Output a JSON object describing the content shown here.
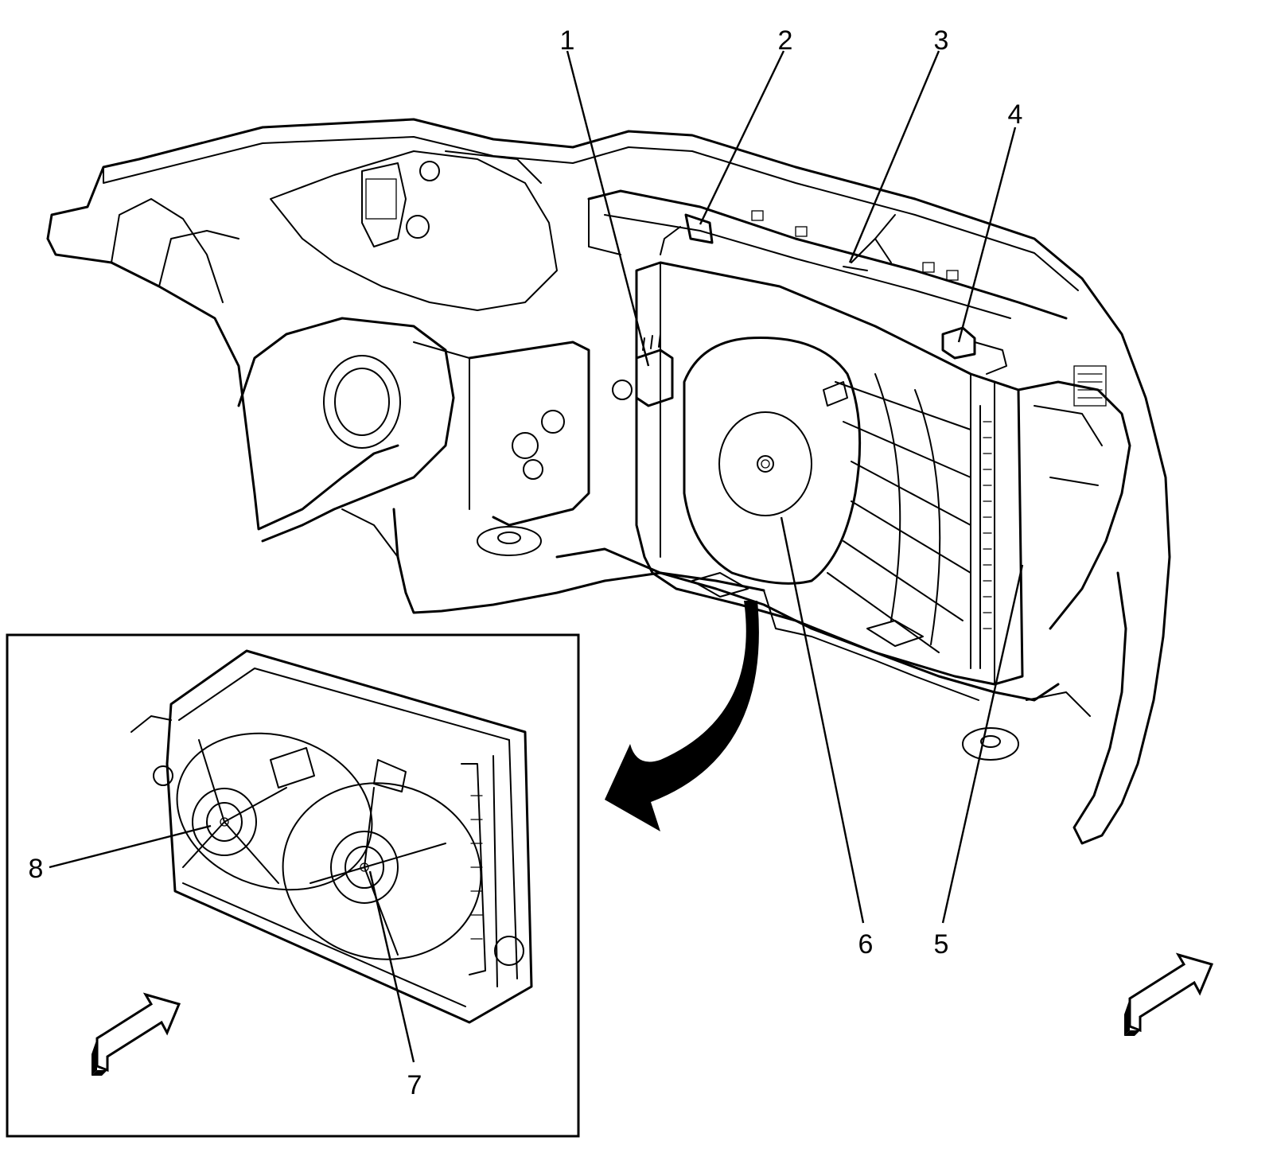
{
  "callouts": [
    {
      "id": "1",
      "label": "1"
    },
    {
      "id": "2",
      "label": "2"
    },
    {
      "id": "3",
      "label": "3"
    },
    {
      "id": "4",
      "label": "4"
    },
    {
      "id": "5",
      "label": "5"
    },
    {
      "id": "6",
      "label": "6"
    },
    {
      "id": "7",
      "label": "7"
    },
    {
      "id": "8",
      "label": "8"
    }
  ],
  "icons": [
    "front-direction-arrow-icon",
    "inset-direction-arrow-icon",
    "view-transition-arrow-icon"
  ],
  "colors": {
    "ink": "#000000",
    "paper": "#ffffff"
  }
}
